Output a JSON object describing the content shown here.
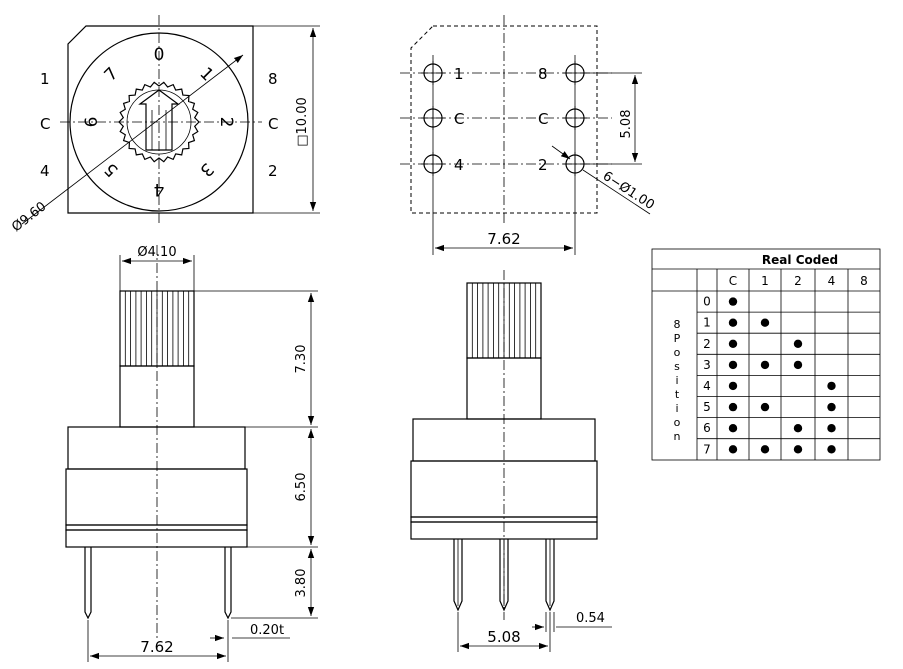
{
  "top_view": {
    "dial_numbers": [
      "0",
      "1",
      "2",
      "3",
      "4",
      "5",
      "6",
      "7"
    ],
    "left_labels": [
      "1",
      "C",
      "4"
    ],
    "right_labels": [
      "8",
      "C",
      "2"
    ],
    "diameter_label": "Ø9.60",
    "size_label": "□10.00"
  },
  "pin_view": {
    "pin_labels": [
      "1",
      "8",
      "C",
      "C",
      "4",
      "2"
    ],
    "hole_label": "6−Ø1.00",
    "pitch_v_label": "5.08",
    "pitch_h_label": "7.62"
  },
  "side_view": {
    "shaft_dia_label": "Ø4.10",
    "dim_7_30": "7.30",
    "dim_6_50": "6.50",
    "dim_3_80": "3.80",
    "dim_7_62": "7.62",
    "dim_0_20t": "0.20t"
  },
  "front_view": {
    "dim_5_08": "5.08",
    "dim_0_54": "0.54"
  },
  "truth_table": {
    "title": "Real Coded",
    "row_group_label": [
      "8",
      "P",
      "o",
      "s",
      "i",
      "t",
      "i",
      "o",
      "n"
    ],
    "columns": [
      "C",
      "1",
      "2",
      "4",
      "8"
    ],
    "rows": [
      {
        "position": "0",
        "cells": [
          true,
          false,
          false,
          false,
          false
        ]
      },
      {
        "position": "1",
        "cells": [
          true,
          true,
          false,
          false,
          false
        ]
      },
      {
        "position": "2",
        "cells": [
          true,
          false,
          true,
          false,
          false
        ]
      },
      {
        "position": "3",
        "cells": [
          true,
          true,
          true,
          false,
          false
        ]
      },
      {
        "position": "4",
        "cells": [
          true,
          false,
          false,
          true,
          false
        ]
      },
      {
        "position": "5",
        "cells": [
          true,
          true,
          false,
          true,
          false
        ]
      },
      {
        "position": "6",
        "cells": [
          true,
          false,
          true,
          true,
          false
        ]
      },
      {
        "position": "7",
        "cells": [
          true,
          true,
          true,
          true,
          false
        ]
      }
    ]
  }
}
